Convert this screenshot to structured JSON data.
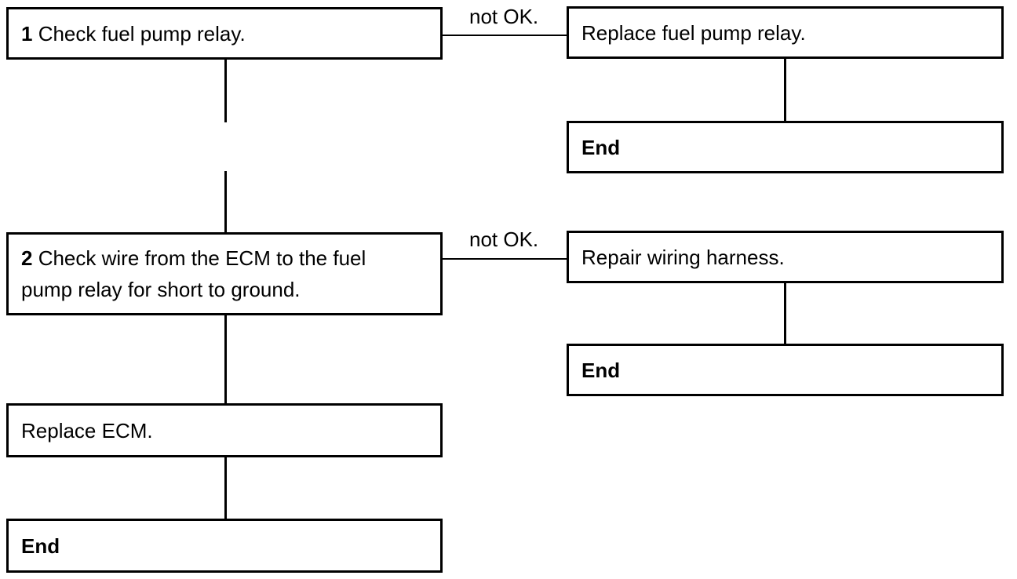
{
  "steps": [
    {
      "number": "1",
      "text": "Check fuel pump relay."
    },
    {
      "number": "2",
      "text_line1": "Check wire from the ECM to the fuel",
      "text_line2": "pump relay for short to ground."
    }
  ],
  "branches": {
    "branch1": {
      "label": "not OK.",
      "action": "Replace fuel pump relay.",
      "end": "End"
    },
    "branch2": {
      "label": "not OK.",
      "action": "Repair wiring harness.",
      "end": "End"
    }
  },
  "main_path": {
    "action": "Replace ECM.",
    "end": "End"
  }
}
